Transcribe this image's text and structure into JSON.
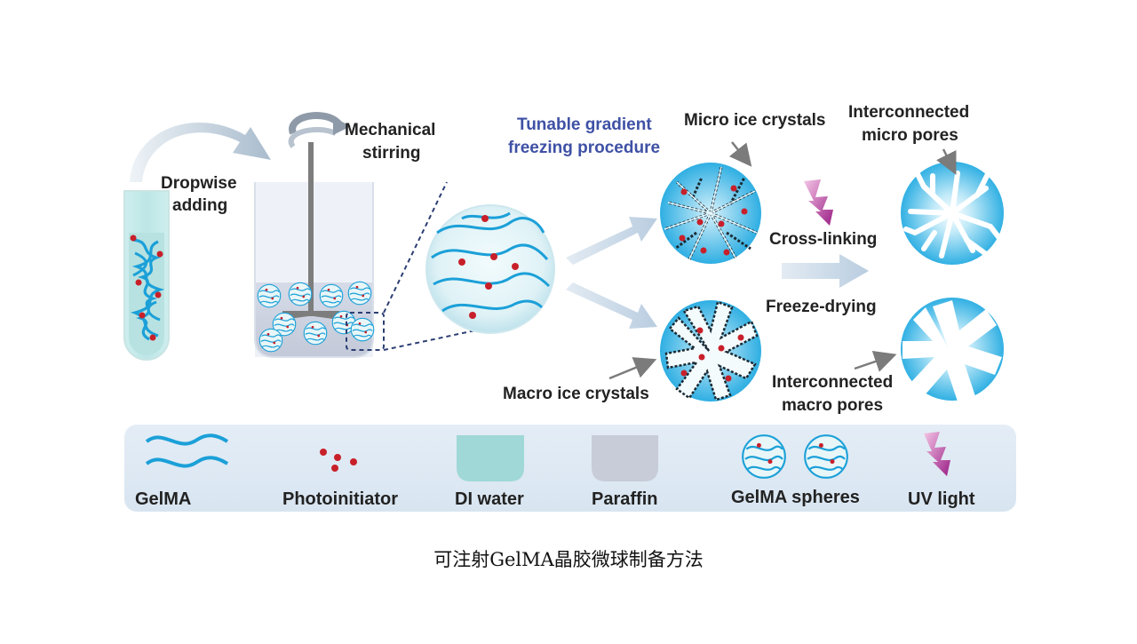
{
  "diagram": {
    "labels": {
      "dropwise": [
        "Dropwise",
        "adding"
      ],
      "stirring": [
        "Mechanical",
        "stirring"
      ],
      "tunable": [
        "Tunable gradient",
        "freezing procedure"
      ],
      "micro_ice": "Micro ice crystals",
      "inter_micro": [
        "Interconnected",
        "micro pores"
      ],
      "crosslinking": "Cross-linking",
      "freezedrying": "Freeze-drying",
      "macro_ice": "Macro ice crystals",
      "inter_macro": [
        "Interconnected",
        "macro pores"
      ]
    },
    "legend": {
      "gelma": "GelMA",
      "photoinitiator": "Photoinitiator",
      "di_water": "DI water",
      "paraffin": "Paraffin",
      "gelma_spheres": "GelMA spheres",
      "uv_light": "UV light"
    },
    "colors": {
      "gelma_blue": "#1ba0d8",
      "photoinitiator_red": "#c8202a",
      "di_water": "#9fd8d6",
      "paraffin": "#c7ccd8",
      "uv_purple": "#b0288f",
      "accent_title": "#3f51a5"
    }
  },
  "caption": "可注射GelMA晶胶微球制备方法"
}
